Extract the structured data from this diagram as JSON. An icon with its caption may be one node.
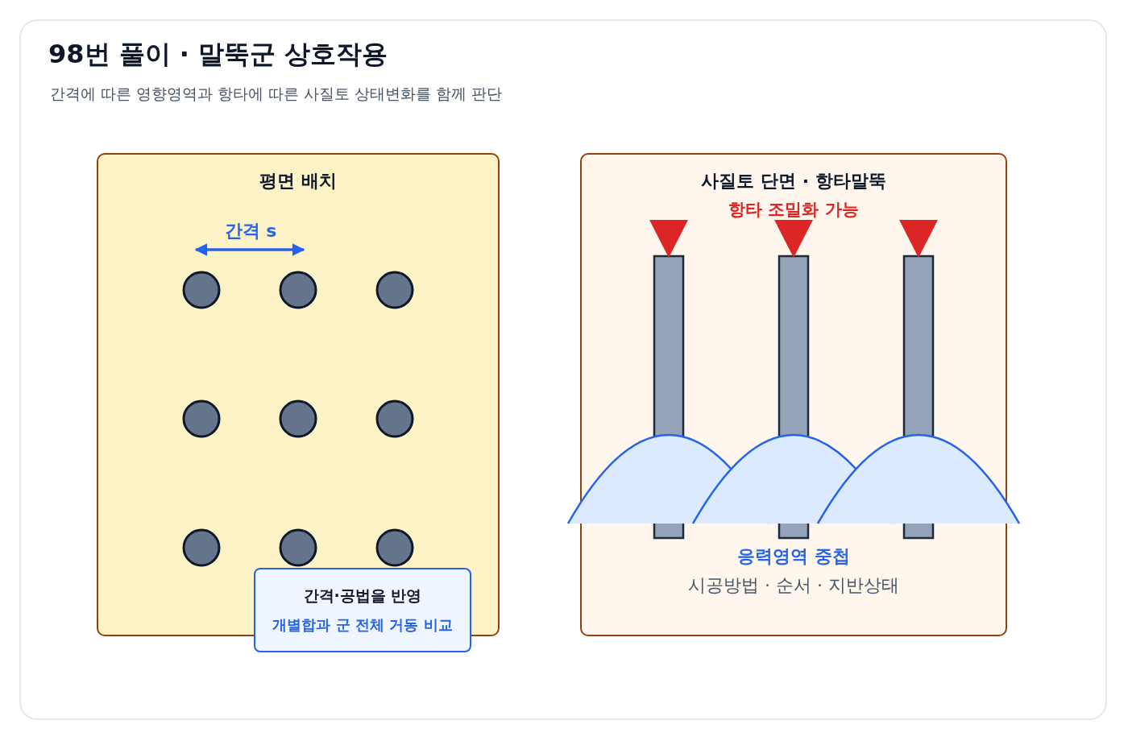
{
  "diagram": {
    "title": "98번 풀이 · 말뚝군 상호작용",
    "caption": "간격에 따른 영향영역과 항타에 따른 사질토 상태변화를 함께 판단",
    "nodes": [
      {
        "text": [
          "평면 배치"
        ]
      },
      {
        "text": [
          "사질토 단면 · 항타말뚝"
        ]
      },
      {
        "text": [
          "간격·공법을 반영",
          "개별합과 군 전체 거동 비교"
        ]
      }
    ],
    "labels": [
      "간격 s",
      "항타 조밀화 가능",
      "응력영역 중첩",
      "시공방법 · 순서 · 지반상태"
    ]
  }
}
